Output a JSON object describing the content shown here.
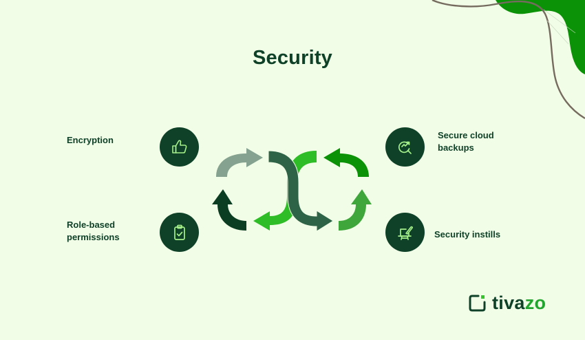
{
  "title": "Security",
  "items": [
    {
      "label": "Encryption",
      "icon": "thumbs-up-icon"
    },
    {
      "label": "Role-based permissions",
      "line1": "Role-based",
      "line2": "permissions",
      "icon": "clipboard-check-icon"
    },
    {
      "label": "Secure cloud backups",
      "line1": "Secure cloud",
      "line2": "backups",
      "icon": "search-trend-icon"
    },
    {
      "label": "Security instills",
      "icon": "whiteboard-pen-icon"
    }
  ],
  "logo": {
    "text_main": "tiva",
    "text_accent": "zo",
    "icon": "tivazo-logo-icon"
  },
  "colors": {
    "background": "#f1fde6",
    "primary_dark": "#0e4128",
    "icon_stroke": "#a6f08a",
    "arrow_gray": "#84a28f",
    "arrow_darkest": "#0b3d22",
    "arrow_mid": "#2f6347",
    "arrow_bright": "#2fbd27",
    "arrow_green": "#0c9207",
    "arrow_light": "#3ea63a",
    "blob": "#0c9207",
    "curve_line": "#766b5f"
  }
}
